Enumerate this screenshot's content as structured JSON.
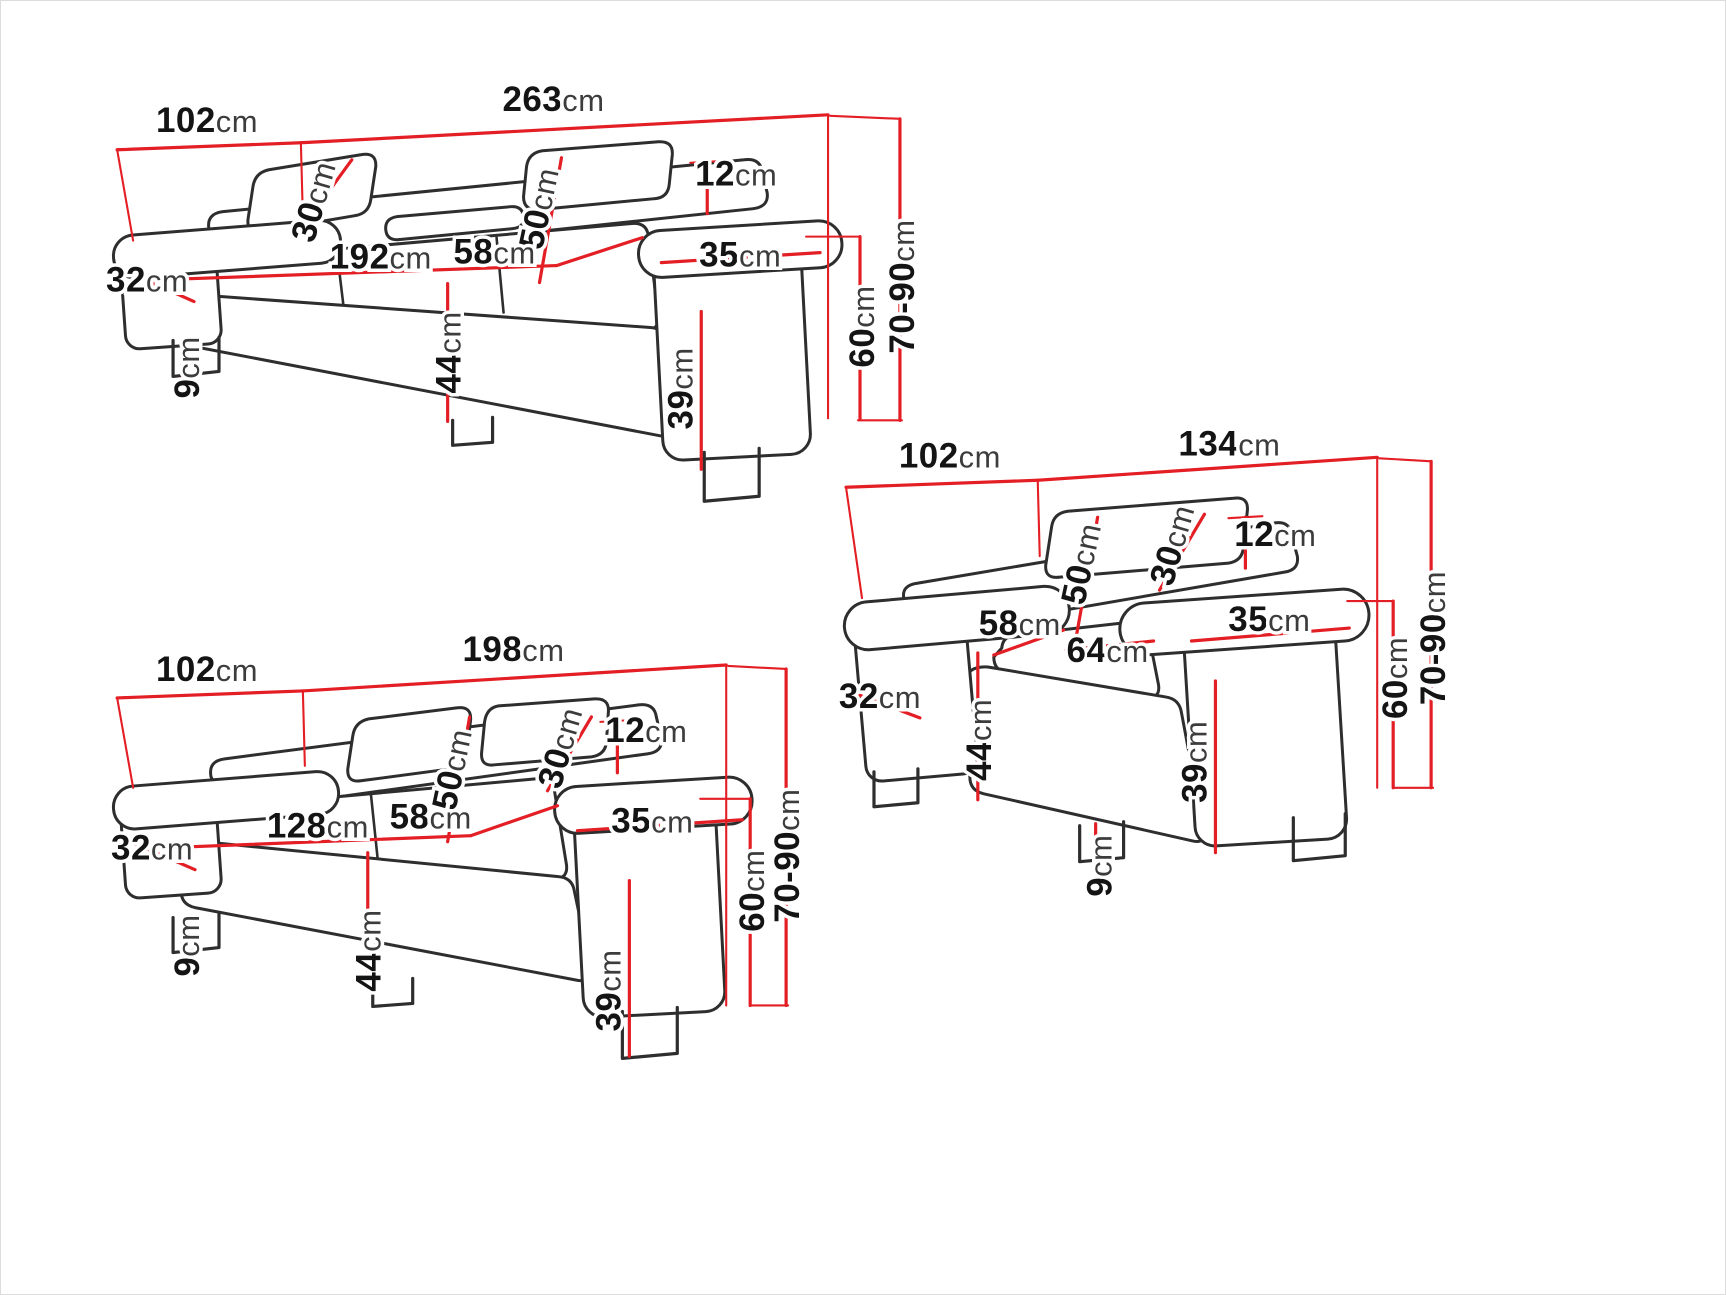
{
  "colors": {
    "accent": "#e31e24",
    "line": "#2e2e2e",
    "text": "#141414",
    "background": "#ffffff"
  },
  "unit": "cm",
  "sofas": {
    "three_seater": {
      "dims": {
        "depth": {
          "v": "102",
          "u": "cm"
        },
        "width": {
          "v": "263",
          "u": "cm"
        },
        "headrest_width": {
          "v": "30",
          "u": "cm"
        },
        "backrest_height": {
          "v": "50",
          "u": "cm"
        },
        "headrest_thickness": {
          "v": "12",
          "u": "cm"
        },
        "height_range": {
          "v": "70-90",
          "u": "cm"
        },
        "body_height": {
          "v": "60",
          "u": "cm"
        },
        "armrest_top_width": {
          "v": "32",
          "u": "cm"
        },
        "seat_width": {
          "v": "192",
          "u": "cm"
        },
        "seat_depth": {
          "v": "58",
          "u": "cm"
        },
        "armrest_width": {
          "v": "35",
          "u": "cm"
        },
        "seat_height": {
          "v": "44",
          "u": "cm"
        },
        "armrest_height": {
          "v": "39",
          "u": "cm"
        },
        "leg_height": {
          "v": "9",
          "u": "cm"
        }
      }
    },
    "two_seater": {
      "dims": {
        "depth": {
          "v": "102",
          "u": "cm"
        },
        "width": {
          "v": "198",
          "u": "cm"
        },
        "headrest_width": {
          "v": "30",
          "u": "cm"
        },
        "backrest_height": {
          "v": "50",
          "u": "cm"
        },
        "headrest_thickness": {
          "v": "12",
          "u": "cm"
        },
        "height_range": {
          "v": "70-90",
          "u": "cm"
        },
        "body_height": {
          "v": "60",
          "u": "cm"
        },
        "armrest_top_width": {
          "v": "32",
          "u": "cm"
        },
        "seat_width": {
          "v": "128",
          "u": "cm"
        },
        "seat_depth": {
          "v": "58",
          "u": "cm"
        },
        "armrest_width": {
          "v": "35",
          "u": "cm"
        },
        "seat_height": {
          "v": "44",
          "u": "cm"
        },
        "armrest_height": {
          "v": "39",
          "u": "cm"
        },
        "leg_height": {
          "v": "9",
          "u": "cm"
        }
      }
    },
    "armchair": {
      "dims": {
        "depth": {
          "v": "102",
          "u": "cm"
        },
        "width": {
          "v": "134",
          "u": "cm"
        },
        "headrest_width": {
          "v": "30",
          "u": "cm"
        },
        "backrest_height": {
          "v": "50",
          "u": "cm"
        },
        "headrest_thickness": {
          "v": "12",
          "u": "cm"
        },
        "height_range": {
          "v": "70-90",
          "u": "cm"
        },
        "body_height": {
          "v": "60",
          "u": "cm"
        },
        "armrest_top_width": {
          "v": "32",
          "u": "cm"
        },
        "seat_depth": {
          "v": "58",
          "u": "cm"
        },
        "seat_width": {
          "v": "64",
          "u": "cm"
        },
        "armrest_width": {
          "v": "35",
          "u": "cm"
        },
        "seat_height": {
          "v": "44",
          "u": "cm"
        },
        "armrest_height": {
          "v": "39",
          "u": "cm"
        },
        "leg_height": {
          "v": "9",
          "u": "cm"
        }
      }
    }
  }
}
